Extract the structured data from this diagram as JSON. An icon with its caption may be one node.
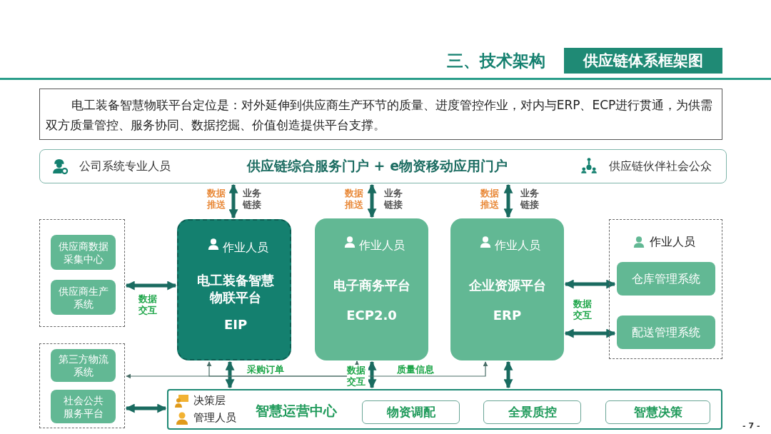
{
  "diagram": {
    "title": "供应链体系框架图",
    "nodes": [
      {
        "text": [
          "电工装备智慧物联平台定位是：对外延伸到供应商生产环节的质量、进度管控作业，对内与ERP、ECP进行贯通，为供需双方质量管控、服务协同、数据挖掘、价值创造提供平台支撑。"
        ]
      },
      {
        "text": [
          "公司系统专业人员",
          "供应链综合服务门户 + e物资移动应用门户",
          "供应链伙伴社会公众"
        ]
      },
      {
        "text": [
          "作业人员",
          "电工装备智慧物联平台",
          "EIP"
        ]
      },
      {
        "text": [
          "作业人员",
          "电子商务平台",
          "ECP2.0"
        ]
      },
      {
        "text": [
          "作业人员",
          "企业资源平台",
          "ERP"
        ]
      },
      {
        "text": [],
        "shape": "box"
      },
      {
        "text": [
          "供应商数据采集中心"
        ],
        "in": 5
      },
      {
        "text": [
          "供应商生产系统"
        ],
        "in": 5
      },
      {
        "text": [
          "作业人员"
        ]
      },
      {
        "text": [
          "仓库管理系统"
        ],
        "in": 8
      },
      {
        "text": [
          "配送管理系统"
        ],
        "in": 8
      },
      {
        "text": [],
        "shape": "box"
      },
      {
        "text": [
          "第三方物流系统"
        ],
        "in": 11
      },
      {
        "text": [
          "社会公共服务平台"
        ],
        "in": 11
      },
      {
        "text": [
          "决策层",
          "管理人员",
          "智慧运营中心"
        ]
      },
      {
        "text": [
          "物资调配"
        ],
        "in": 14
      },
      {
        "text": [
          "全景质控"
        ],
        "in": 14
      },
      {
        "text": [
          "智慧决策"
        ],
        "in": 14
      }
    ],
    "edges": [
      {
        "from": 1,
        "to": 2,
        "arrow": "both",
        "label": "数据推送"
      },
      {
        "from": 1,
        "to": 3,
        "arrow": "both",
        "label": "数据推送"
      },
      {
        "from": 1,
        "to": 4,
        "arrow": "both",
        "label": "数据推送"
      },
      {
        "from": 5,
        "to": 2,
        "arrow": "both",
        "label": "数据交互"
      },
      {
        "from": 4,
        "to": 9,
        "arrow": "both",
        "label": "数据交互"
      },
      {
        "from": 4,
        "to": 10,
        "arrow": "both"
      },
      {
        "from": 2,
        "to": 14,
        "arrow": "both"
      },
      {
        "from": 3,
        "to": 14,
        "arrow": "both",
        "label": "数据交互"
      },
      {
        "from": 4,
        "to": 14,
        "arrow": "both"
      },
      {
        "from": 11,
        "to": 14,
        "arrow": "both"
      },
      {
        "from": 3,
        "to": 2,
        "arrow": "both",
        "label": "采购订单",
        "color": "#4a6e68"
      },
      {
        "from": 3,
        "to": 11,
        "arrow": "to",
        "color": "#4a6e68"
      },
      {
        "from": 3,
        "to": 4,
        "arrow": "to",
        "label": "质量信息",
        "color": "#4a6e68"
      }
    ],
    "labels": [
      "三、技术架构",
      "业务链接",
      "业务链接",
      "业务链接",
      "- 7 -"
    ]
  }
}
